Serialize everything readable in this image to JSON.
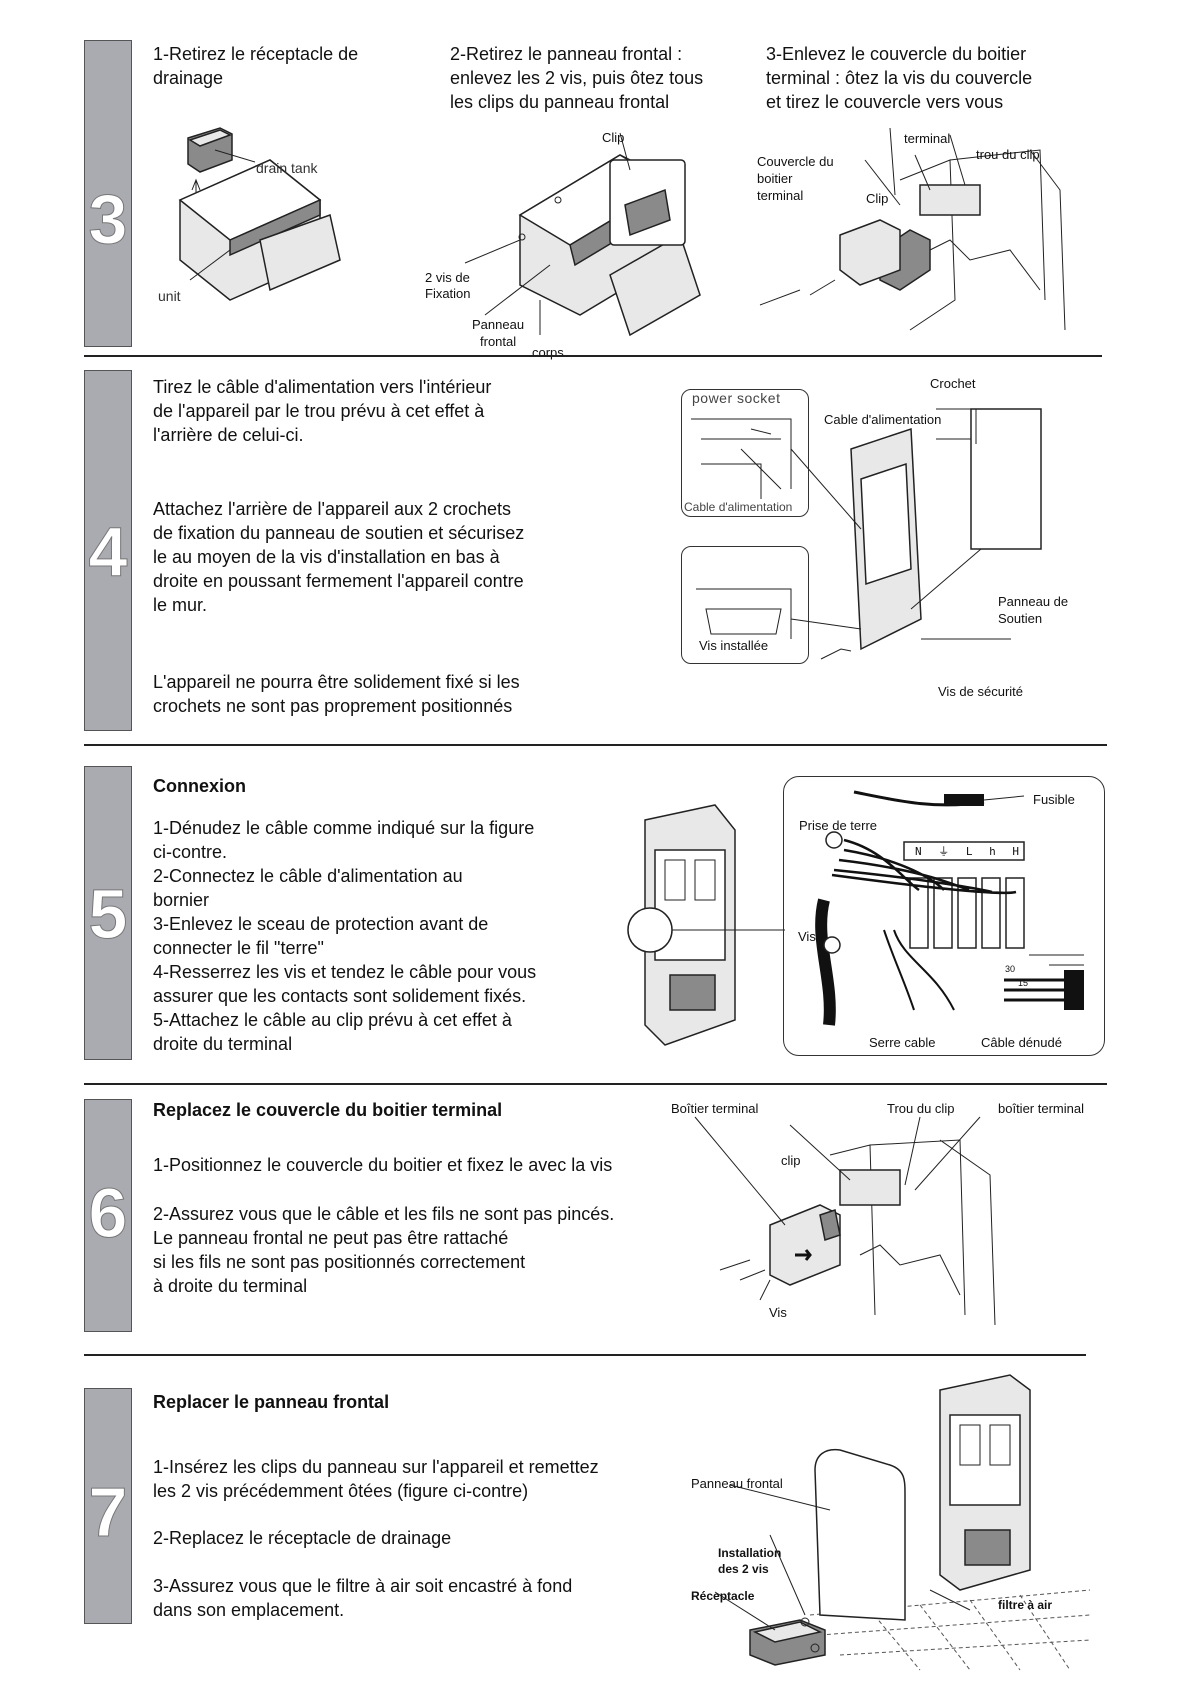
{
  "s3": {
    "num": "3",
    "col1": [
      "1-Retirez le réceptacle de",
      "drainage"
    ],
    "col2": [
      "2-Retirez le panneau frontal :",
      "enlevez les 2 vis, puis ôtez tous",
      "les clips du panneau frontal"
    ],
    "col3": [
      "3-Enlevez le couvercle du boitier",
      "terminal : ôtez la vis du couvercle",
      "et tirez le couvercle vers vous"
    ],
    "labels": {
      "drain_tank": "drain tank",
      "unit": "unit",
      "clip": "Clip",
      "vis_de": "2 vis de",
      "fixation": "Fixation",
      "panneau": "Panneau",
      "frontal": "frontal",
      "corps": "corps",
      "terminal": "terminal",
      "trou_du_clip": "trou du clip",
      "couvercle_du": "Couvercle du",
      "boitier": "boitier",
      "terminal2": "terminal",
      "clip2": "Clip"
    }
  },
  "s4": {
    "num": "4",
    "p1": [
      "Tirez le câble d'alimentation vers l'intérieur",
      "de l'appareil par le trou prévu à cet effet à",
      "l'arrière de celui-ci."
    ],
    "p2": [
      "Attachez l'arrière de l'appareil aux 2 crochets",
      "de fixation du panneau de soutien et sécurisez",
      "le au moyen de la vis d'installation en bas à",
      "droite en poussant fermement l'appareil contre",
      "le mur."
    ],
    "p3": [
      "L'appareil ne pourra être solidement fixé si les",
      "crochets ne sont pas proprement positionnés"
    ],
    "labels": {
      "power_socket": "power socket",
      "crochet": "Crochet",
      "cable_alim": "Cable d'alimentation",
      "cable_alim2": "Cable d'alimentation",
      "vis_installee": "Vis installée",
      "panneau_de": "Panneau de",
      "soutien": "Soutien",
      "vis_securite": "Vis de sécurité"
    }
  },
  "s5": {
    "num": "5",
    "title": "Connexion",
    "lines": [
      "1-Dénudez le câble comme indiqué sur la figure",
      "ci-contre.",
      "2-Connectez le câble d'alimentation au",
      "bornier",
      "3-Enlevez le sceau de protection avant de",
      "connecter le fil \"terre\"",
      "4-Resserrez les vis et tendez le câble pour vous",
      "assurer que les contacts sont solidement fixés.",
      "5-Attachez le câble au clip prévu à cet effet à",
      "droite du terminal"
    ],
    "labels": {
      "fusible": "Fusible",
      "prise_terre": "Prise de terre",
      "terminals": "N ⏚ L h H",
      "vis": "Vis",
      "serre_cable": "Serre cable",
      "cable_denude": "Câble dénudé",
      "d30": "30",
      "d15": "15"
    }
  },
  "s6": {
    "num": "6",
    "title": "Replacez le couvercle du boitier terminal",
    "l1": "1-Positionnez le couvercle du boitier et fixez le avec la vis",
    "l2": [
      "2-Assurez vous que le câble et les fils ne sont pas pincés.",
      "Le panneau frontal ne peut pas être rattaché",
      "si les fils ne sont pas positionnés correctement",
      "à droite du terminal"
    ],
    "labels": {
      "boitier_terminal": "Boîtier terminal",
      "trou_du_clip": "Trou du clip",
      "boitier_terminal2": "boîtier terminal",
      "clip": "clip",
      "vis": "Vis"
    }
  },
  "s7": {
    "num": "7",
    "title": "Replacer le panneau frontal",
    "l1": [
      "1-Insérez les clips du panneau sur l'appareil et remettez",
      "les 2 vis précédemment ôtées (figure ci-contre)"
    ],
    "l2": "2-Replacez le réceptacle de drainage",
    "l3": [
      "3-Assurez vous que le filtre à air soit encastré à fond",
      "dans son emplacement."
    ],
    "labels": {
      "panneau_frontal": "Panneau frontal",
      "installation": "Installation",
      "des_2_vis": "des 2 vis",
      "receptacle": "Réceptacle",
      "filtre": "filtre à air"
    }
  }
}
